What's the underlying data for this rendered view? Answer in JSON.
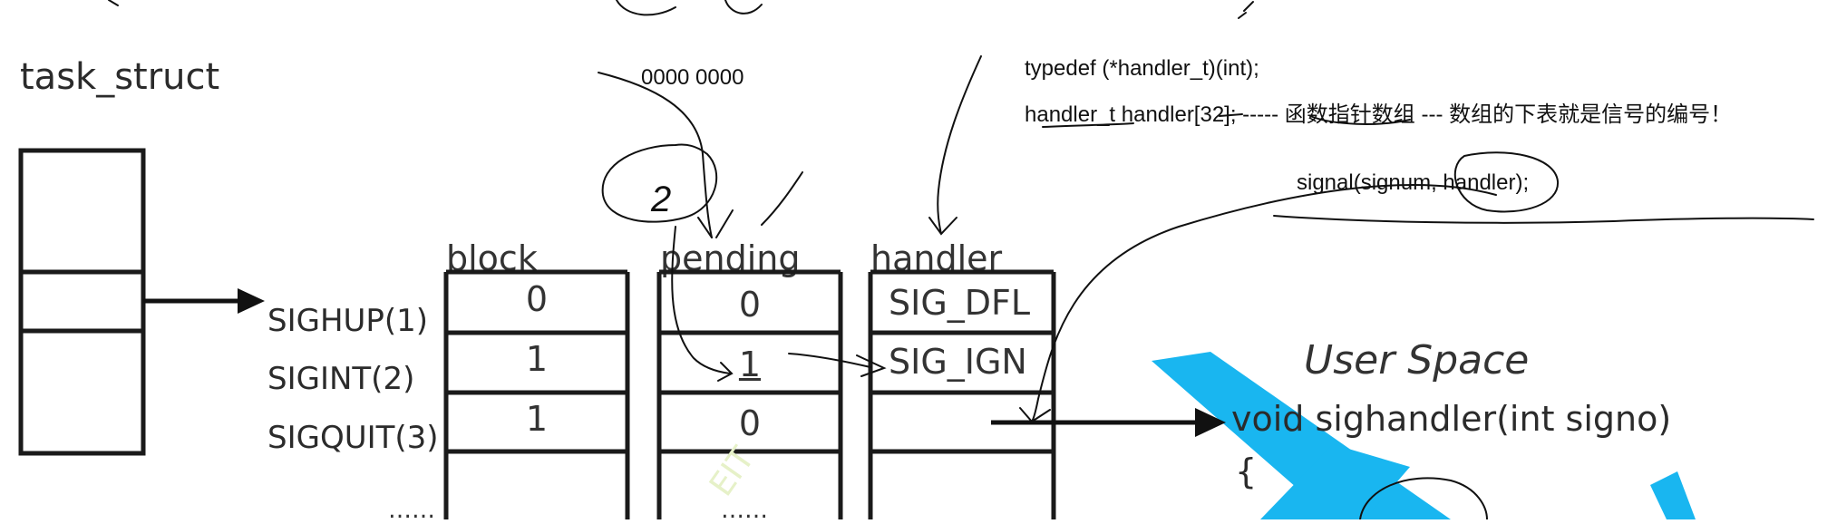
{
  "task_struct_label": "task_struct",
  "headers": {
    "block": "block",
    "pending": "pending",
    "handler": "handler"
  },
  "signals": [
    "SIGHUP(1)",
    "SIGINT(2)",
    "SIGQUIT(3)"
  ],
  "block_values": [
    "0",
    "1",
    "1"
  ],
  "pending_values": [
    "0",
    "1",
    "0"
  ],
  "handler_values": [
    "SIG_DFL",
    "SIG_IGN",
    ""
  ],
  "ellipsis_block": "……",
  "ellipsis_pending": "……",
  "annotations": {
    "bits": "0000 0000",
    "typedef": "typedef (*handler_t)(int);",
    "array_decl": "handler_t handler[32]; ----- 函数指针数组 --- 数组的下表就是信号的编号！",
    "signal_call": "signal(signum, handler);",
    "handwritten_num": "2"
  },
  "user_space": {
    "title": "User Space",
    "code_line": "void sighandler(int signo)",
    "brace": "{"
  },
  "colors": {
    "ink": "#111111",
    "table_line": "#1a1a1a",
    "watermark": "#19b6f0",
    "watermark_text": "#e8f4c8"
  }
}
